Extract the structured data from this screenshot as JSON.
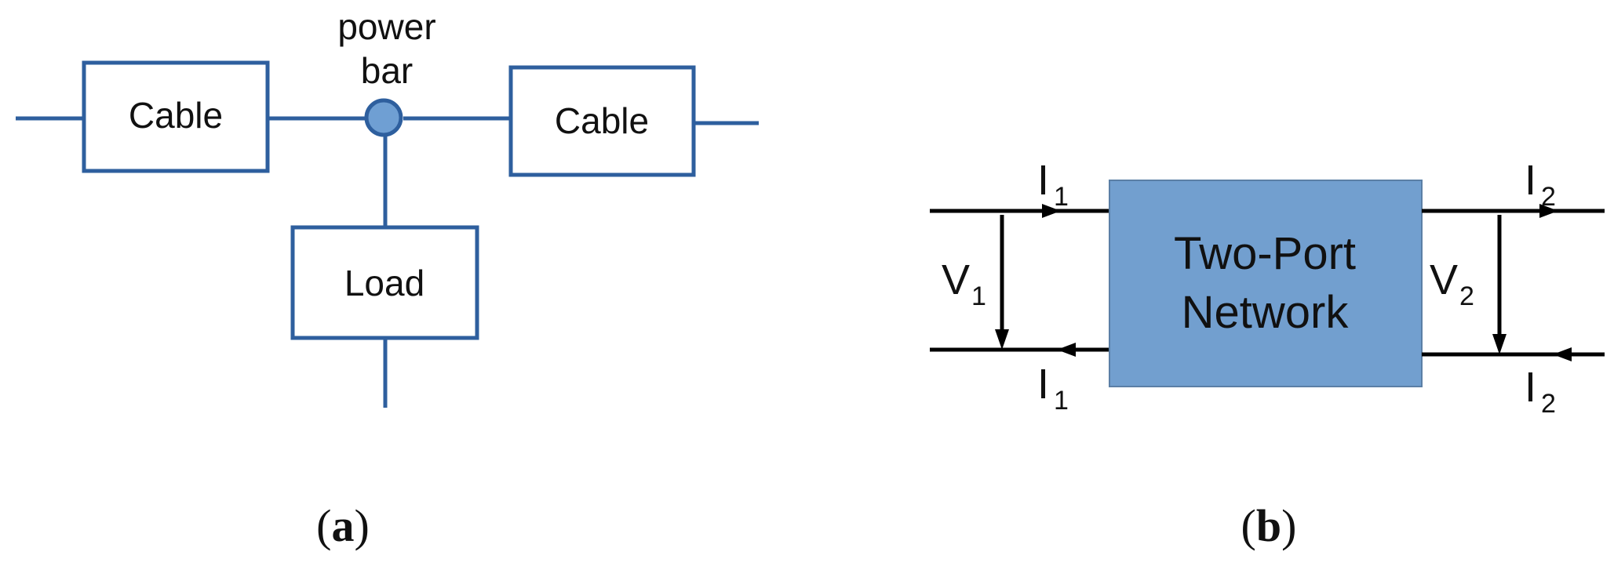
{
  "panel_a": {
    "cable_left_label": "Cable",
    "cable_right_label": "Cable",
    "load_label": "Load",
    "power_bar_label_line1": "power",
    "power_bar_label_line2": "bar",
    "caption_letter": "a",
    "caption_open": "(",
    "caption_close": ")"
  },
  "panel_b": {
    "network_label_line1": "Two-Port",
    "network_label_line2": "Network",
    "port1_current_top": {
      "letter": "I",
      "subscript": "1"
    },
    "port1_current_bottom": {
      "letter": "I",
      "subscript": "1"
    },
    "port2_current_top": {
      "letter": "I",
      "subscript": "2"
    },
    "port2_current_bottom": {
      "letter": "I",
      "subscript": "2"
    },
    "port1_voltage": {
      "letter": "V",
      "subscript": "1"
    },
    "port2_voltage": {
      "letter": "V",
      "subscript": "2"
    },
    "caption_letter": "b",
    "caption_open": "(",
    "caption_close": ")"
  },
  "colors": {
    "circuit_blue": "#2e5f9e",
    "power_bar_fill": "#6f9fd3",
    "network_fill": "#729fcf",
    "network_stroke": "#5b7fa6",
    "wire_black": "#000000",
    "text": "#111111"
  }
}
